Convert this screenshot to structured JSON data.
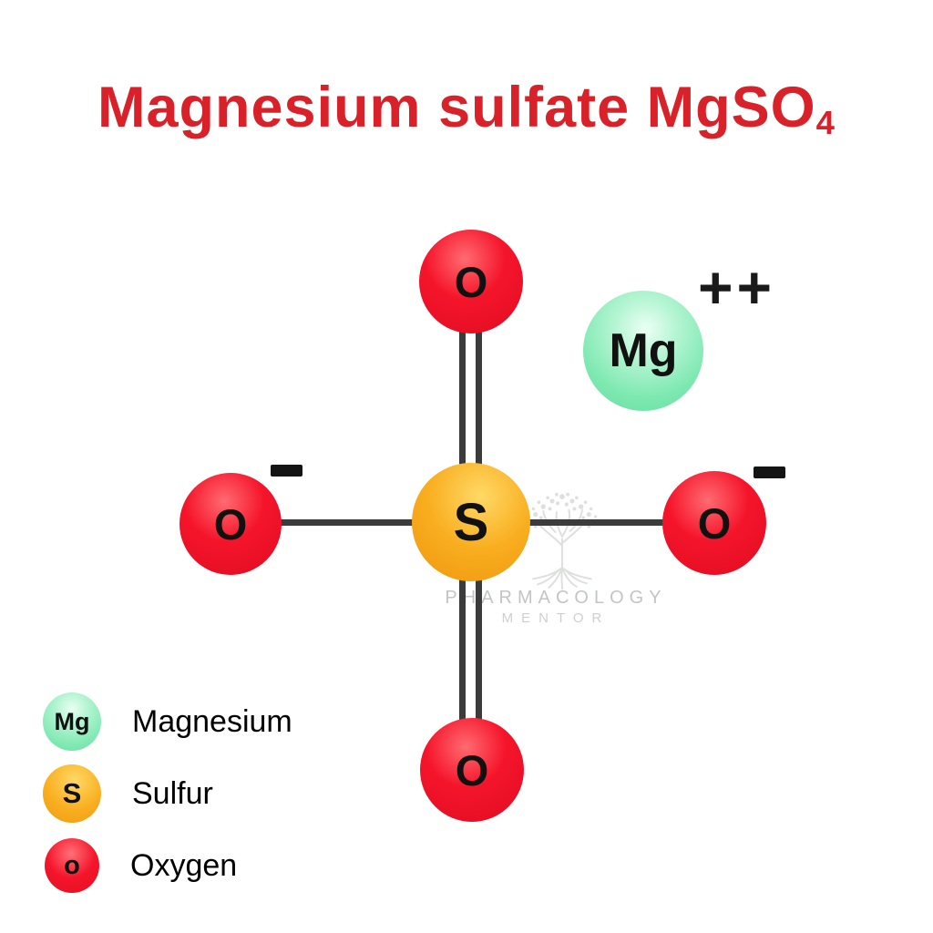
{
  "title": {
    "prefix": "Magnesium sulfate ",
    "formula": "MgSO",
    "subscript": "4"
  },
  "molecule": {
    "central_atom": {
      "symbol": "S",
      "name": "sulfur"
    },
    "oxygen_top": {
      "symbol": "O",
      "bond": "double"
    },
    "oxygen_bottom": {
      "symbol": "O",
      "bond": "double"
    },
    "oxygen_left": {
      "symbol": "O",
      "bond": "single",
      "charge": "−"
    },
    "oxygen_right": {
      "symbol": "O",
      "bond": "single",
      "charge": "−"
    },
    "magnesium_ion": {
      "symbol": "Mg",
      "charge": "++"
    },
    "bonds": [
      {
        "from": "S",
        "to": "O-top",
        "type": "double"
      },
      {
        "from": "S",
        "to": "O-bottom",
        "type": "double"
      },
      {
        "from": "S",
        "to": "O-left",
        "type": "single"
      },
      {
        "from": "S",
        "to": "O-right",
        "type": "single"
      }
    ]
  },
  "legend": {
    "items": [
      {
        "symbol": "Mg",
        "label": "Magnesium",
        "color": "#7ce8b0"
      },
      {
        "symbol": "S",
        "label": "Sulfur",
        "color": "#f9ae20"
      },
      {
        "symbol": "o",
        "label": "Oxygen",
        "color": "#f5152b"
      }
    ]
  },
  "watermark": {
    "line1": "PHARMACOLOGY",
    "line2": "MENTOR"
  },
  "colors": {
    "title_red": "#d9212a",
    "oxygen_red": "#f5152b",
    "sulfur_orange": "#f9ae20",
    "magnesium_green": "#7ce8b0",
    "bond_gray": "#3b3b3b",
    "background": "#ffffff"
  }
}
